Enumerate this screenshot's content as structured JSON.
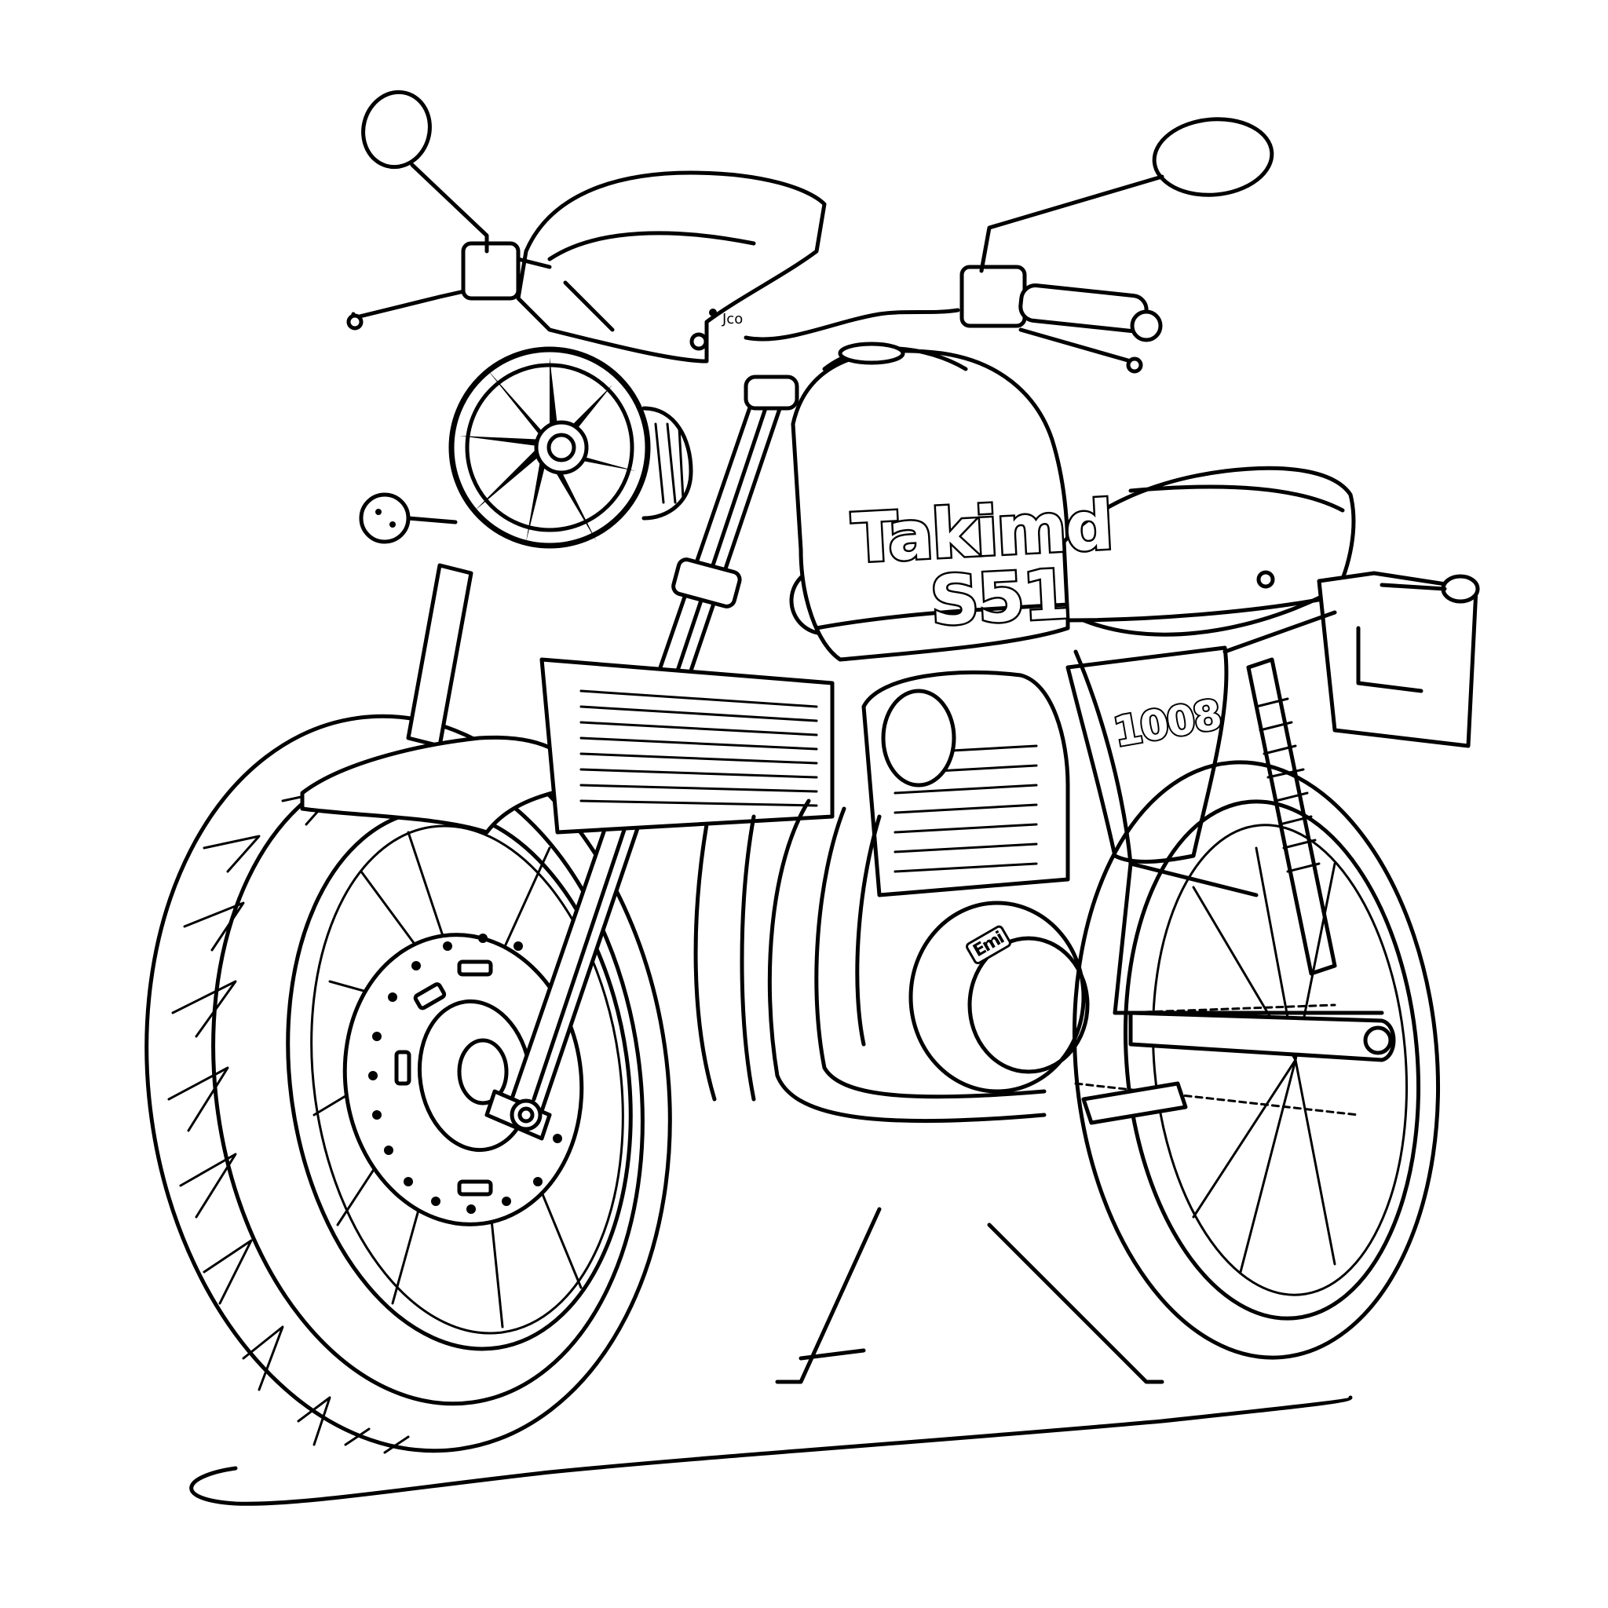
{
  "illustration": {
    "subject": "motorcycle line-art coloring page",
    "style": "black outline on white",
    "colors": {
      "line": "#000000",
      "background": "#ffffff"
    }
  },
  "tank": {
    "logo_line1": "Takimd",
    "logo_line2": "S51"
  },
  "side_panel": {
    "number": "1008"
  },
  "engine_cover": {
    "badge": "Emi"
  }
}
